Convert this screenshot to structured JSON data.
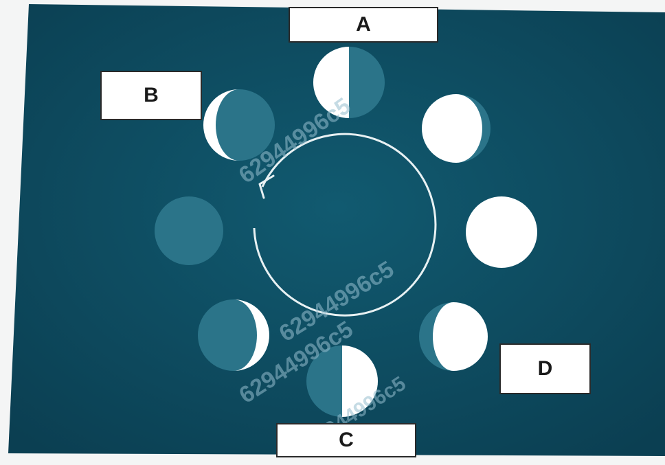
{
  "diagram": {
    "labels": {
      "a": "A",
      "b": "B",
      "c": "C",
      "d": "D"
    },
    "watermark": "62944996c5",
    "colors": {
      "background": "#0f4a5e",
      "moon_lit": "#ffffff",
      "moon_dark": "#2b7489",
      "orbit_arrow": "#e8f1f3"
    }
  }
}
